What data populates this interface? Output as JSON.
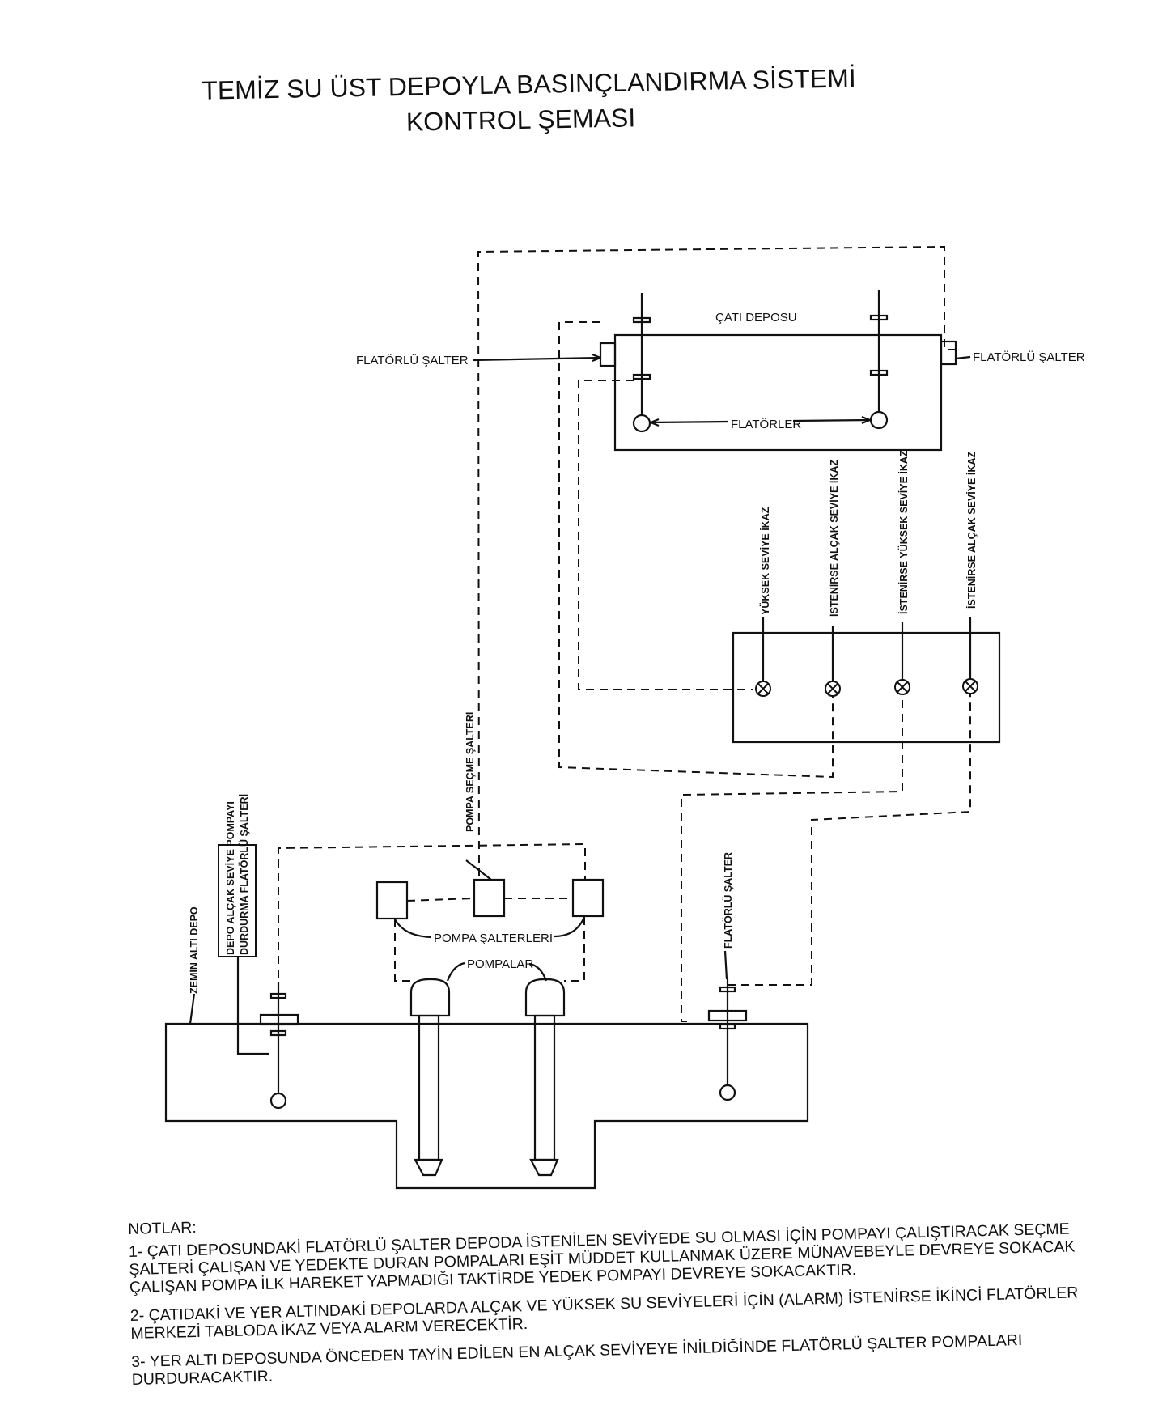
{
  "title": {
    "line1": "TEMİZ SU ÜST DEPOYLA BASINÇLANDIRMA SİSTEMİ",
    "line2": "KONTROL ŞEMASI"
  },
  "roof_tank": {
    "label": "ÇATI DEPOSU",
    "switch_left": "FLATÖRLÜ ŞALTER",
    "switch_right": "FLATÖRLÜ ŞALTER",
    "floats": "FLATÖRLER"
  },
  "panel": {
    "lamps": [
      "YÜKSEK SEVİYE İKAZ",
      "İSTENİRSE ALÇAK SEVİYE İKAZ",
      "İSTENİRSE YÜKSEK SEVİYE İKAZ",
      "İSTENİRSE ALÇAK SEVİYE İKAZ"
    ]
  },
  "ground": {
    "pump_selector": "POMPA SEÇME ŞALTERİ",
    "pump_switches": "POMPA ŞALTERLERİ",
    "pumps": "POMPALAR",
    "tank": "ZEMİN ALTI DEPO",
    "low_level_line1": "DEPO ALÇAK SEVİYE POMPAYI",
    "low_level_line2": "DURDURMA FLATÖRLÜ ŞALTERİ",
    "float_switch": "FLATÖRLÜ ŞALTER"
  },
  "notes": {
    "heading": "NOTLAR:",
    "items": [
      "1- ÇATI DEPOSUNDAKİ FLATÖRLÜ ŞALTER DEPODA İSTENİLEN SEVİYEDE SU OLMASI İÇİN POMPAYI ÇALIŞTIRACAK SEÇME ŞALTERİ ÇALIŞAN VE YEDEKTE DURAN POMPALARI EŞİT MÜDDET KULLANMAK ÜZERE MÜNAVEBEYLE DEVREYE SOKACAK ÇALIŞAN POMPA İLK HAREKET YAPMADIĞI TAKTİRDE YEDEK POMPAYI DEVREYE SOKACAKTIR.",
      "2- ÇATIDAKİ VE YER ALTINDAKİ DEPOLARDA ALÇAK VE YÜKSEK SU SEVİYELERİ İÇİN (ALARM) İSTENİRSE  İKİNCİ FLATÖRLER MERKEZİ TABLODA İKAZ VEYA ALARM VERECEKTİR.",
      "3- YER ALTI DEPOSUNDA ÖNCEDEN TAYİN EDİLEN EN ALÇAK SEVİYEYE İNİLDİĞİNDE FLATÖRLÜ ŞALTER POMPALARI DURDURACAKTIR."
    ]
  }
}
